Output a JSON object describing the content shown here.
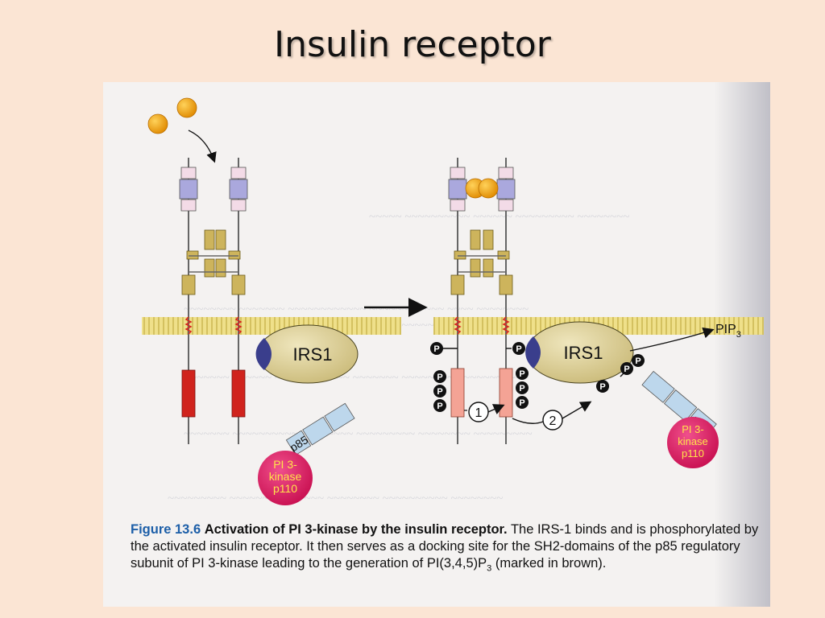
{
  "slide": {
    "title": "Insulin receptor"
  },
  "diagram": {
    "labels": {
      "irs1": "IRS1",
      "p85": "p85",
      "pi3k_line1": "PI 3-",
      "pi3k_line2": "kinase",
      "pi3k_line3": "p110",
      "pip3": "PIP",
      "pip3_sub": "3",
      "phospho": "P",
      "step1": "1",
      "step2": "2"
    },
    "colors": {
      "insulin": "#f2a20c",
      "membrane": "#e9dc7c",
      "receptor_box": "#cdb45c",
      "ligand_domain": "#a8a6dc",
      "cytoplasmic_inactive": "#d0231d",
      "cytoplasmic_active": "#f4a395",
      "irs1": "#dccf94",
      "irs1_cap": "#3a3e8c",
      "p85": "#bdd7ec",
      "pi3k": "#e31c64"
    }
  },
  "caption": {
    "figure_label": "Figure 13.6",
    "figure_title": "Activation of PI 3-kinase by the insulin receptor.",
    "text_part1": "The IRS-1 binds and is phosphorylated by the activated insulin receptor. It then serves as a docking site for the SH2-domains of the p85 regulatory subunit of PI 3-kinase leading to the generation of PI(3,4,5)P",
    "text_sub": "3",
    "text_part2": "(marked in brown)."
  }
}
